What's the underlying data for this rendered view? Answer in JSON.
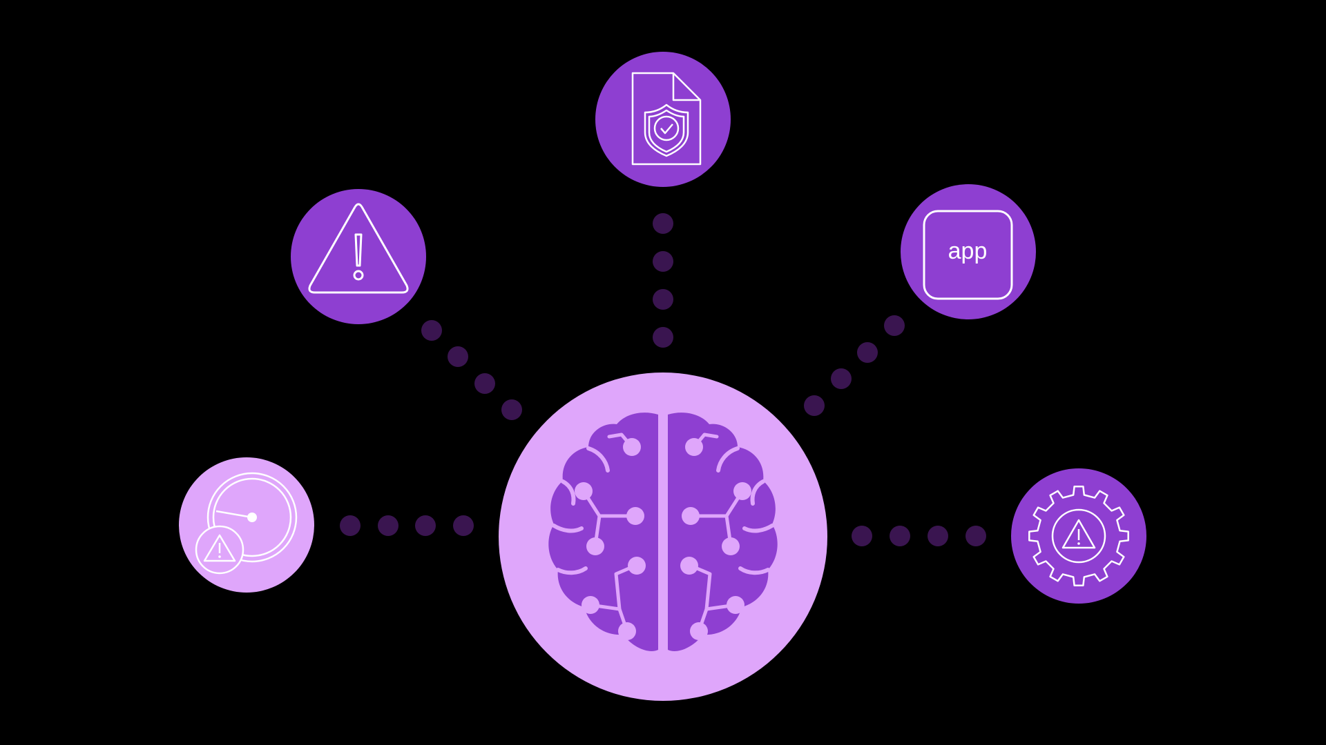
{
  "colors": {
    "background": "#000000",
    "node_purple": "#8e3fd1",
    "node_light": "#dfa6fb",
    "brain_fill": "#8e3fd1",
    "connector_dot": "#3a1550",
    "icon_stroke": "#ffffff"
  },
  "hub": {
    "icon": "brain-circuit-icon"
  },
  "nodes": [
    {
      "id": "gauge-warning",
      "icon": "gauge-warning-icon"
    },
    {
      "id": "alert",
      "icon": "warning-triangle-icon"
    },
    {
      "id": "document",
      "icon": "document-shield-icon"
    },
    {
      "id": "app",
      "icon": "app-icon",
      "label": "app"
    },
    {
      "id": "gear-warning",
      "icon": "gear-warning-icon"
    }
  ]
}
